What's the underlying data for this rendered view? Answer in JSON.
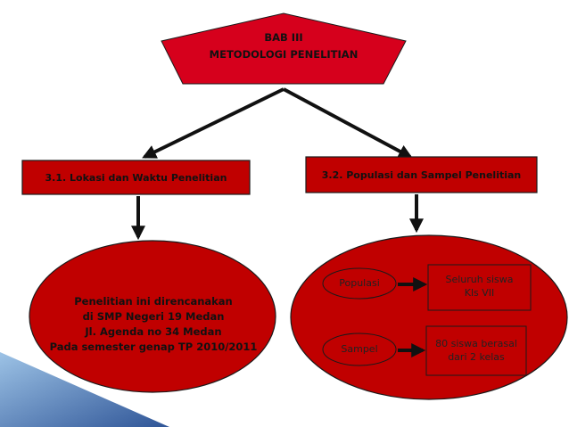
{
  "top": {
    "line1": "BAB III",
    "line2": "METODOLOGI PENELITIAN"
  },
  "left": {
    "title": "3.1. Lokasi dan Waktu Penelitian",
    "lines": [
      "Penelitian ini direncanakan",
      "di SMP Negeri 19 Medan",
      "Jl. Agenda no 34 Medan",
      "Pada semester genap TP 2010/2011"
    ]
  },
  "right": {
    "title": "3.2. Populasi dan Sampel Penelitian",
    "rows": [
      {
        "label": "Populasi",
        "desc": [
          "Seluruh siswa",
          "Kls VII"
        ]
      },
      {
        "label": "Sampel",
        "desc": [
          "80 siswa berasal",
          "dari 2 kelas"
        ]
      }
    ]
  },
  "colors": {
    "fill": "#c00000",
    "pentagon": "#d6001c",
    "outline": "#1a1a1a",
    "corner": "#2f5597"
  }
}
